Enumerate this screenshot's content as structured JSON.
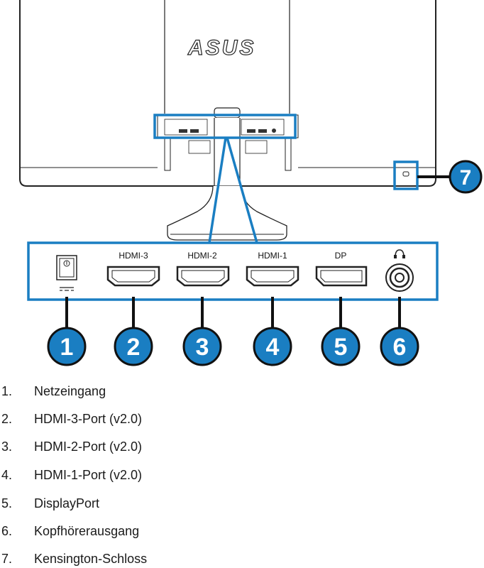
{
  "diagram": {
    "brand_logo": "ASUS",
    "accent_color": "#1a7ec2",
    "port_labels": [
      "HDMI-3",
      "HDMI-2",
      "HDMI-1",
      "DP"
    ],
    "callout_numbers": [
      "1",
      "2",
      "3",
      "4",
      "5",
      "6",
      "7"
    ],
    "icons": [
      "power-socket-icon",
      "hdmi-port-icon",
      "displayport-icon",
      "headphone-icon",
      "kensington-lock-icon"
    ]
  },
  "legend": [
    {
      "num": "1.",
      "label": "Netzeingang"
    },
    {
      "num": "2.",
      "label": "HDMI-3-Port (v2.0)"
    },
    {
      "num": "3.",
      "label": "HDMI-2-Port (v2.0)"
    },
    {
      "num": "4.",
      "label": "HDMI-1-Port (v2.0)"
    },
    {
      "num": "5.",
      "label": "DisplayPort"
    },
    {
      "num": "6.",
      "label": "Kopfhörerausgang"
    },
    {
      "num": "7.",
      "label": "Kensington-Schloss"
    }
  ]
}
